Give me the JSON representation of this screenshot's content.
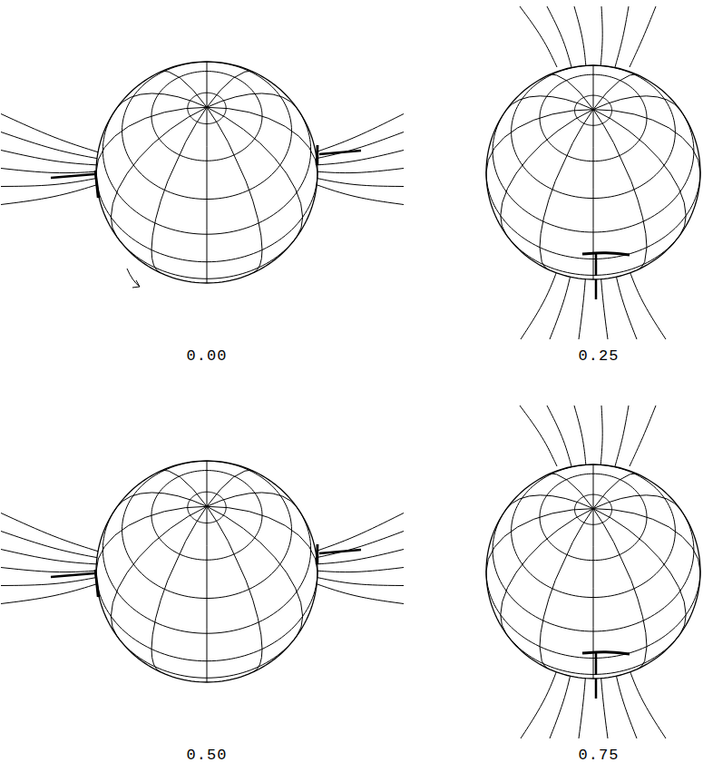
{
  "diagram": {
    "labels": [
      "0.00",
      "0.25",
      "0.50",
      "0.75"
    ]
  }
}
